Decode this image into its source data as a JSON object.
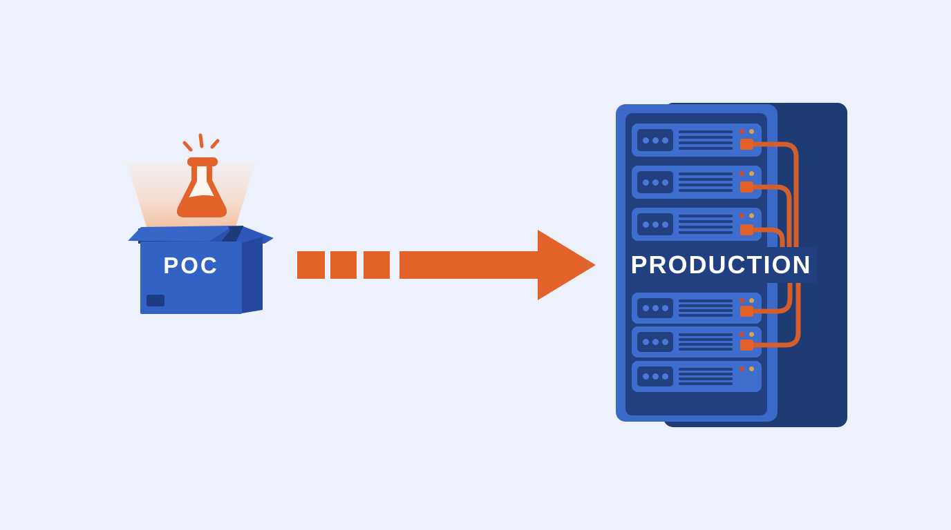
{
  "diagram_title": "POC to Production migration illustration",
  "colors": {
    "bg": "#edf1fb",
    "blue": "#3a69c8",
    "blue2": "#3d6ecd",
    "navy": "#20407f",
    "navy_side": "#1e3b74",
    "navy_deep": "#1c3a7c",
    "box_front": "#3362c5",
    "box_side": "#26479e",
    "flap": "#3566c8",
    "flap_shade": "#2b53ae",
    "flap_right": "#2e59ba",
    "label_plate": "#1c3d85",
    "orange": "#e2622a",
    "cable": "#d55f2c",
    "dotblue": "#4a78d8",
    "reddot": "#cf4a2a",
    "amber": "#d9a44e",
    "white": "#ffffff",
    "glow": "#f3b28a"
  },
  "poc": {
    "label": "POC",
    "icon": "flask-icon",
    "flask_liquid_color": "#e2622a",
    "spark_count": 3
  },
  "arrow": {
    "direction": "right",
    "style": "dashed-to-solid",
    "dash_count": 3,
    "color": "#e2622a"
  },
  "production": {
    "label": "PRODUCTION",
    "server_count": 6,
    "servers": [
      {
        "name": "server-1",
        "panel_dots": 3,
        "data_lines": 4,
        "status_lights": [
          "red",
          "amber"
        ],
        "port": true,
        "cable": true
      },
      {
        "name": "server-2",
        "panel_dots": 3,
        "data_lines": 4,
        "status_lights": [
          "red",
          "amber"
        ],
        "port": true,
        "cable": true
      },
      {
        "name": "server-3",
        "panel_dots": 3,
        "data_lines": 4,
        "status_lights": [
          "red",
          "amber"
        ],
        "port": true,
        "cable": true
      },
      {
        "name": "server-4",
        "panel_dots": 3,
        "data_lines": 4,
        "status_lights": [
          "red",
          "amber"
        ],
        "port": true,
        "cable": true
      },
      {
        "name": "server-5",
        "panel_dots": 3,
        "data_lines": 4,
        "status_lights": [
          "red",
          "amber"
        ],
        "port": true,
        "cable": true
      },
      {
        "name": "server-6",
        "panel_dots": 3,
        "data_lines": 4,
        "status_lights": [
          "red",
          "amber"
        ],
        "port": false,
        "cable": false
      }
    ]
  }
}
